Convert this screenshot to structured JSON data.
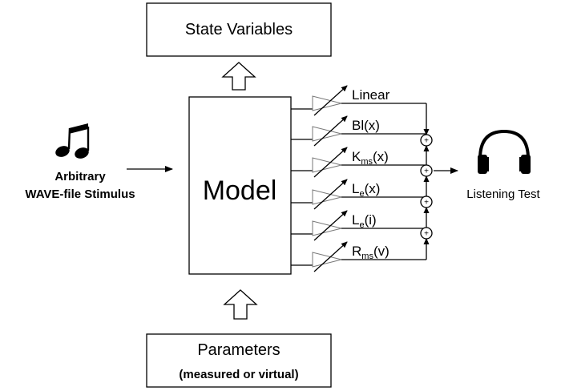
{
  "state_box": {
    "label": "State Variables"
  },
  "model_box": {
    "label": "Model"
  },
  "params_box": {
    "label": "Parameters",
    "sublabel": "(measured or virtual)"
  },
  "stimulus": {
    "line1": "Arbitrary",
    "line2": "WAVE-file Stimulus",
    "icon": "music-note-icon"
  },
  "output": {
    "label": "Listening Test",
    "icon": "headphones-icon"
  },
  "channels": [
    {
      "main": "Linear",
      "sub": "",
      "tail": ""
    },
    {
      "main": "Bl(x)",
      "sub": "",
      "tail": ""
    },
    {
      "main": "K",
      "sub": "ms",
      "tail": "(x)"
    },
    {
      "main": "L",
      "sub": "e",
      "tail": "(x)"
    },
    {
      "main": "L",
      "sub": "e",
      "tail": "(i)"
    },
    {
      "main": "R",
      "sub": "ms",
      "tail": "(v)"
    }
  ],
  "summer_symbol": "+"
}
